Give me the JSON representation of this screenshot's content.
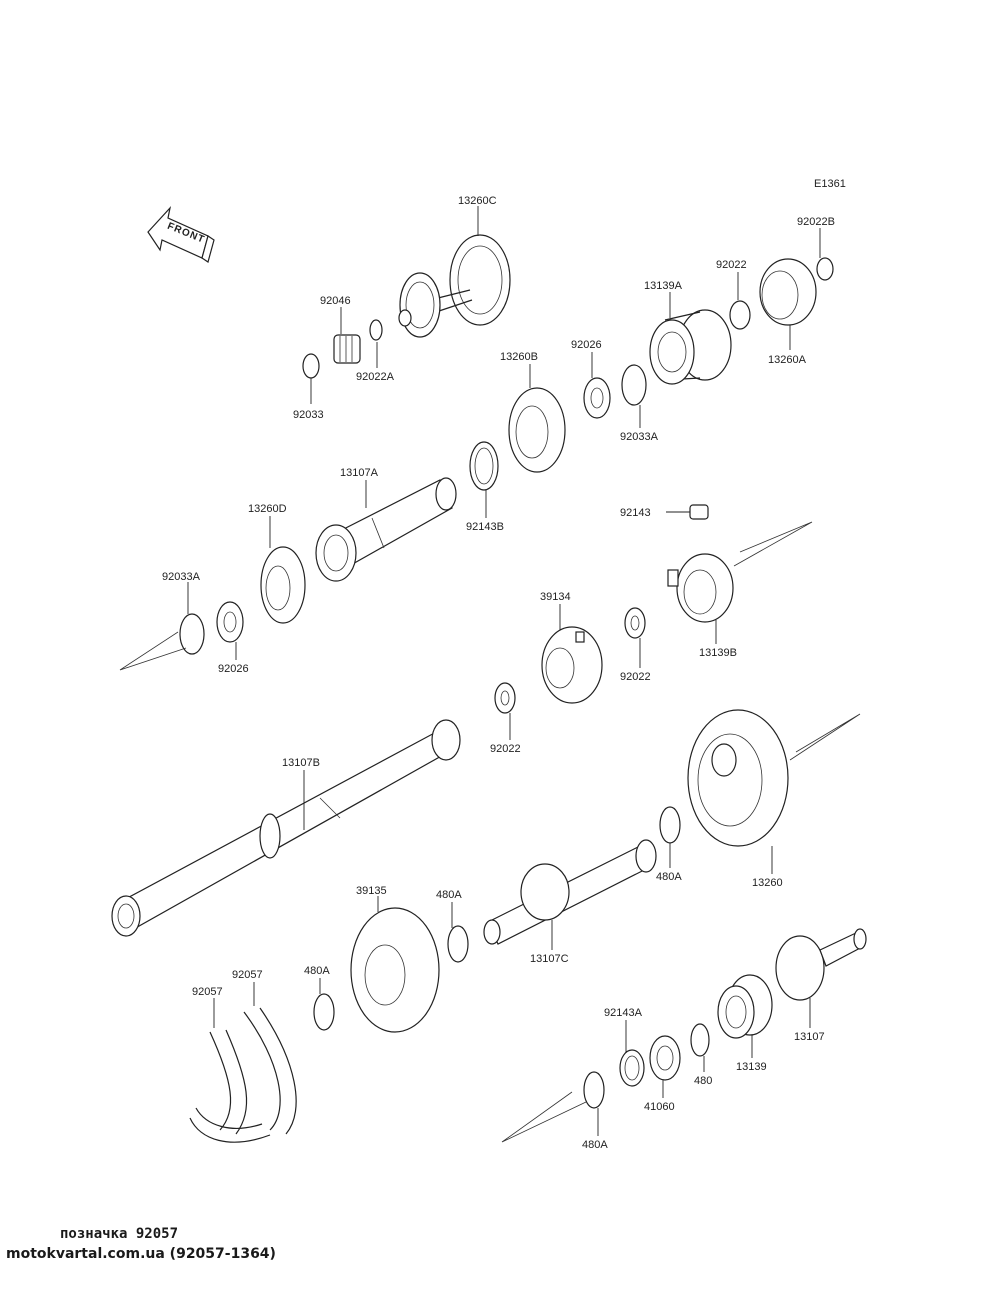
{
  "diagram": {
    "code": "E1361",
    "front_label": "FRONT",
    "parts": {
      "p13260C": "13260C",
      "p92046": "92046",
      "p92022A": "92022A",
      "p92033": "92033",
      "p92022B": "92022B",
      "p92022_top": "92022",
      "p13139A": "13139A",
      "p13260A": "13260A",
      "p13260B": "13260B",
      "p92026_top": "92026",
      "p92033A_top": "92033A",
      "p13107A": "13107A",
      "p92143B": "92143B",
      "p13260D": "13260D",
      "p92033A_left": "92033A",
      "p92026_left": "92026",
      "p92143": "92143",
      "p13139B": "13139B",
      "p39134": "39134",
      "p92022_mid": "92022",
      "p92022_low": "92022",
      "p13107B": "13107B",
      "p13260": "13260",
      "p480A_right": "480A",
      "p39135": "39135",
      "p480A_mid": "480A",
      "p13107C": "13107C",
      "p92057_a": "92057",
      "p92057_b": "92057",
      "p480A_left": "480A",
      "p92143A": "92143A",
      "p13107": "13107",
      "p41060": "41060",
      "p480": "480",
      "p13139": "13139",
      "p480A_bottom": "480A"
    }
  },
  "footer": {
    "caption": "позначка 92057",
    "source": "motokvartal.com.ua (92057-1364)"
  }
}
